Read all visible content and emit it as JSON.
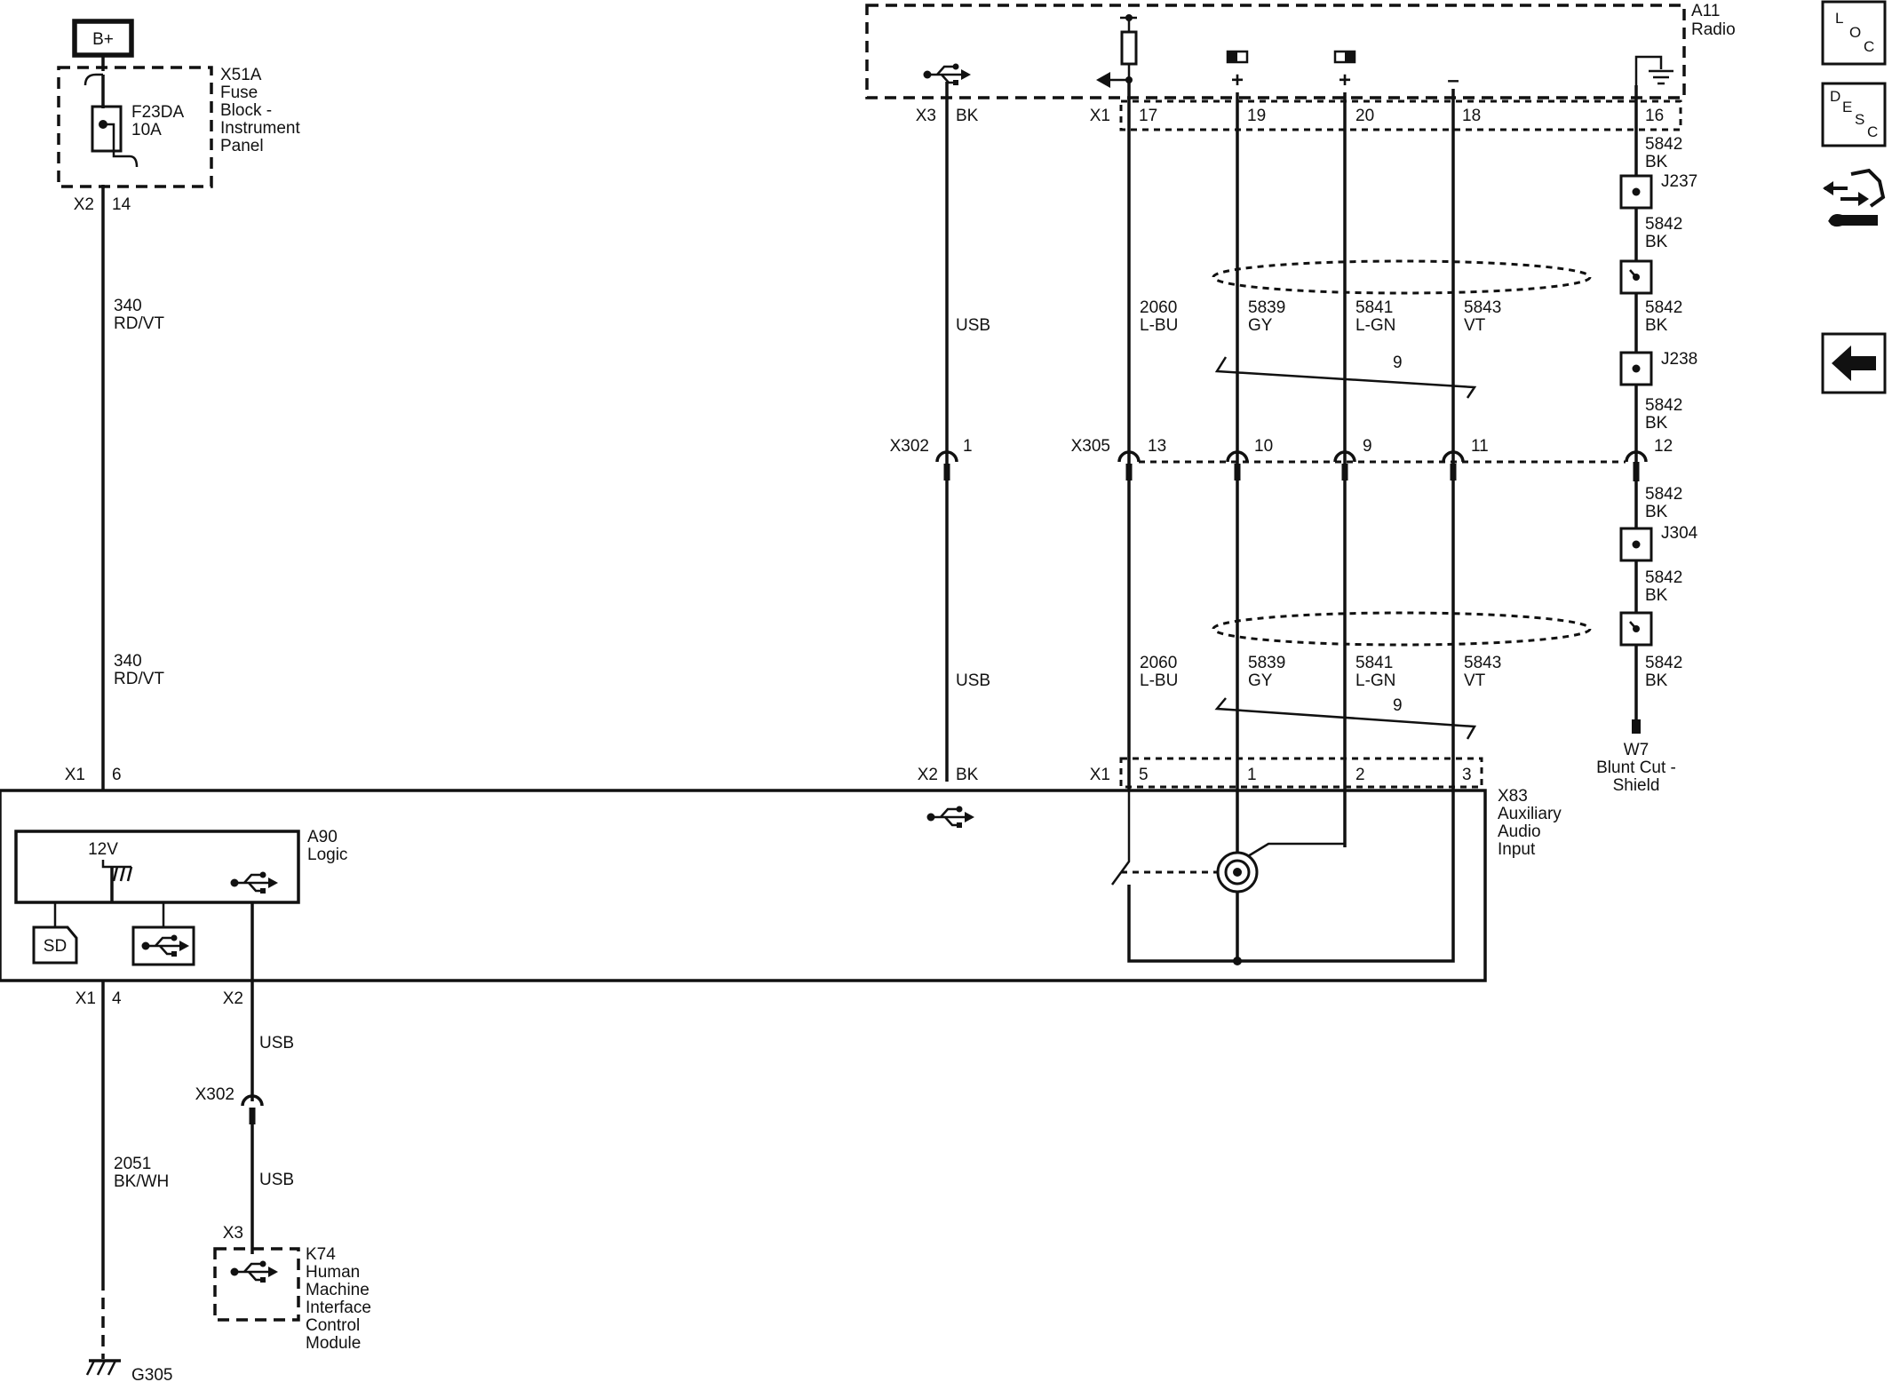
{
  "battery": {
    "label": "B+"
  },
  "fuse_block": {
    "id": "X51A",
    "name_lines": [
      "Fuse",
      "Block -",
      "Instrument",
      "Panel"
    ],
    "fuse_id": "F23DA",
    "fuse_rating": "10A",
    "connector": "X2",
    "pin": "14"
  },
  "radio": {
    "id": "A11",
    "name": "Radio",
    "usb_connector": "X3",
    "usb_color": "BK",
    "main_connector": "X1",
    "terminals": [
      {
        "pin": "17",
        "symbol": "drain"
      },
      {
        "pin": "19",
        "symbol": "+",
        "indicator": "left-filled"
      },
      {
        "pin": "20",
        "symbol": "+",
        "indicator": "right-filled"
      },
      {
        "pin": "18",
        "symbol": "–"
      },
      {
        "pin": "16",
        "symbol": "ground"
      }
    ]
  },
  "power_wire": {
    "circuit": "340",
    "color": "RD/VT"
  },
  "usb_upper": {
    "label": "USB"
  },
  "audio_wires": [
    {
      "circuit": "2060",
      "color": "L-BU"
    },
    {
      "circuit": "5839",
      "color": "GY"
    },
    {
      "circuit": "5841",
      "color": "L-GN"
    },
    {
      "circuit": "5843",
      "color": "VT"
    }
  ],
  "twist_count": "9",
  "shield": {
    "segments": [
      {
        "circuit": "5842",
        "color": "BK"
      },
      {
        "circuit": "5842",
        "color": "BK"
      },
      {
        "circuit": "5842",
        "color": "BK"
      },
      {
        "circuit": "5842",
        "color": "BK"
      },
      {
        "circuit": "5842",
        "color": "BK"
      },
      {
        "circuit": "5842",
        "color": "BK"
      },
      {
        "circuit": "5842",
        "color": "BK"
      }
    ],
    "splices": [
      "J237",
      "J238",
      "J304"
    ],
    "end_id": "W7",
    "end_lines": [
      "Blunt Cut -",
      "Shield"
    ]
  },
  "inline_connectors": {
    "usb": {
      "id": "X302",
      "pin": "1"
    },
    "audio": {
      "id": "X305",
      "pins": [
        "13",
        "10",
        "9",
        "11",
        "12"
      ]
    }
  },
  "aux_module": {
    "id": "X83",
    "name_lines": [
      "Auxiliary",
      "Audio",
      "Input"
    ],
    "connectors": {
      "power": {
        "id": "X1",
        "pin": "6"
      },
      "usb": {
        "id": "X2",
        "color": "BK"
      },
      "audio": {
        "id": "X1",
        "pins": [
          "5",
          "1",
          "2",
          "3"
        ]
      },
      "ground": {
        "id": "X1",
        "pin": "4"
      },
      "usb_out": {
        "id": "X2"
      }
    },
    "logic": {
      "id": "A90",
      "name": "Logic",
      "voltage": "12V",
      "sd_label": "SD"
    }
  },
  "usb_lower": {
    "label_1": "USB",
    "connector": "X302",
    "label_2": "USB",
    "k74_connector": "X3"
  },
  "ground_wire": {
    "circuit": "2051",
    "color": "BK/WH"
  },
  "ground_point": {
    "id": "G305"
  },
  "hmi_module": {
    "id": "K74",
    "name_lines": [
      "Human",
      "Machine",
      "Interface",
      "Control",
      "Module"
    ]
  },
  "nav": {
    "loc": [
      "L",
      "O",
      "C"
    ],
    "desc": [
      "D",
      "E",
      "S",
      "C"
    ],
    "tools_icon": "harness-tools-icon",
    "back_icon": "back-arrow-icon"
  }
}
